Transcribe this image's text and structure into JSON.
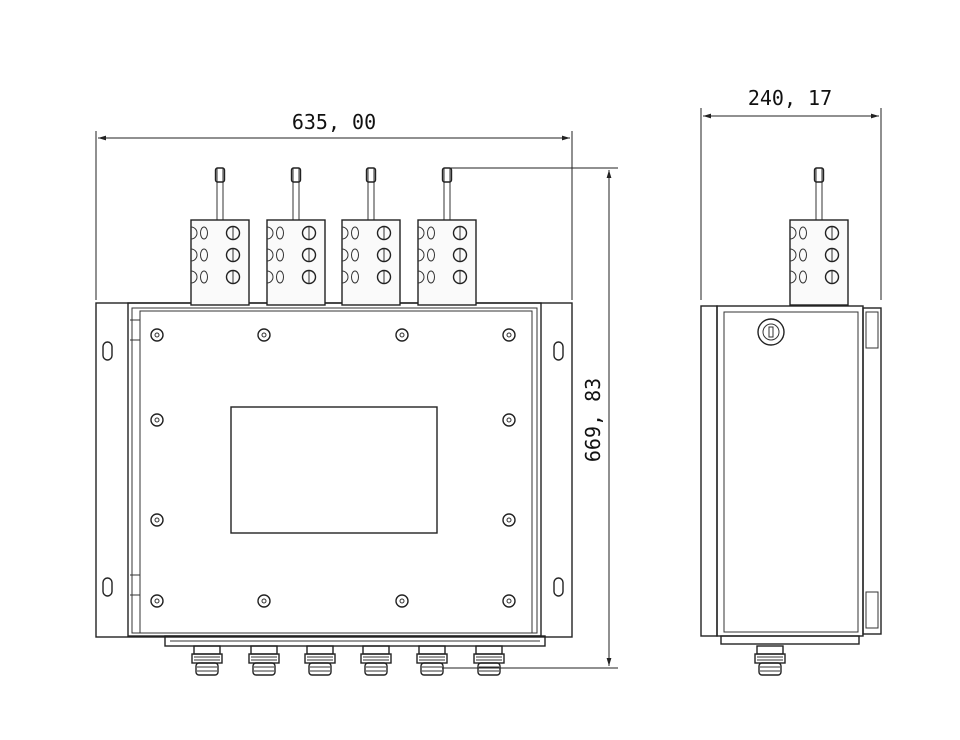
{
  "dimensions": {
    "front_width": "635, 00",
    "height": "669, 83",
    "side_depth": "240, 17"
  },
  "colors": {
    "line": "#222222",
    "background": "#ffffff"
  }
}
